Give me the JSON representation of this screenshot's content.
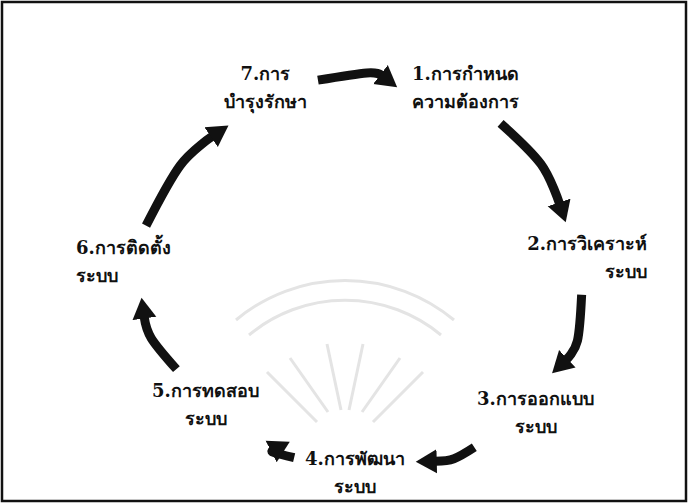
{
  "diagram": {
    "nodes": [
      {
        "text": [
          "1.การกำหนด ความต้องการ"
        ]
      },
      {
        "text": [
          "2.การวิเคราะห์ ระบบ"
        ]
      },
      {
        "text": [
          "3.การออกแบบ ระบบ"
        ]
      },
      {
        "text": [
          "4.การพัฒนา ระบบ"
        ]
      },
      {
        "text": [
          "5.การทดสอบ ระบบ"
        ]
      },
      {
        "text": [
          "6.การติดตั้ง ระบบ"
        ]
      },
      {
        "text": [
          "7.การ บำรุงรักษา"
        ]
      }
    ],
    "edges": [
      {
        "from": 0,
        "to": 1,
        "arrow": "to"
      },
      {
        "from": 1,
        "to": 2,
        "arrow": "to"
      },
      {
        "from": 2,
        "to": 3,
        "arrow": "to"
      },
      {
        "from": 3,
        "to": 4,
        "arrow": "to"
      },
      {
        "from": 4,
        "to": 5,
        "arrow": "to"
      },
      {
        "from": 5,
        "to": 6,
        "arrow": "to"
      },
      {
        "from": 6,
        "to": 0,
        "arrow": "to"
      }
    ]
  }
}
